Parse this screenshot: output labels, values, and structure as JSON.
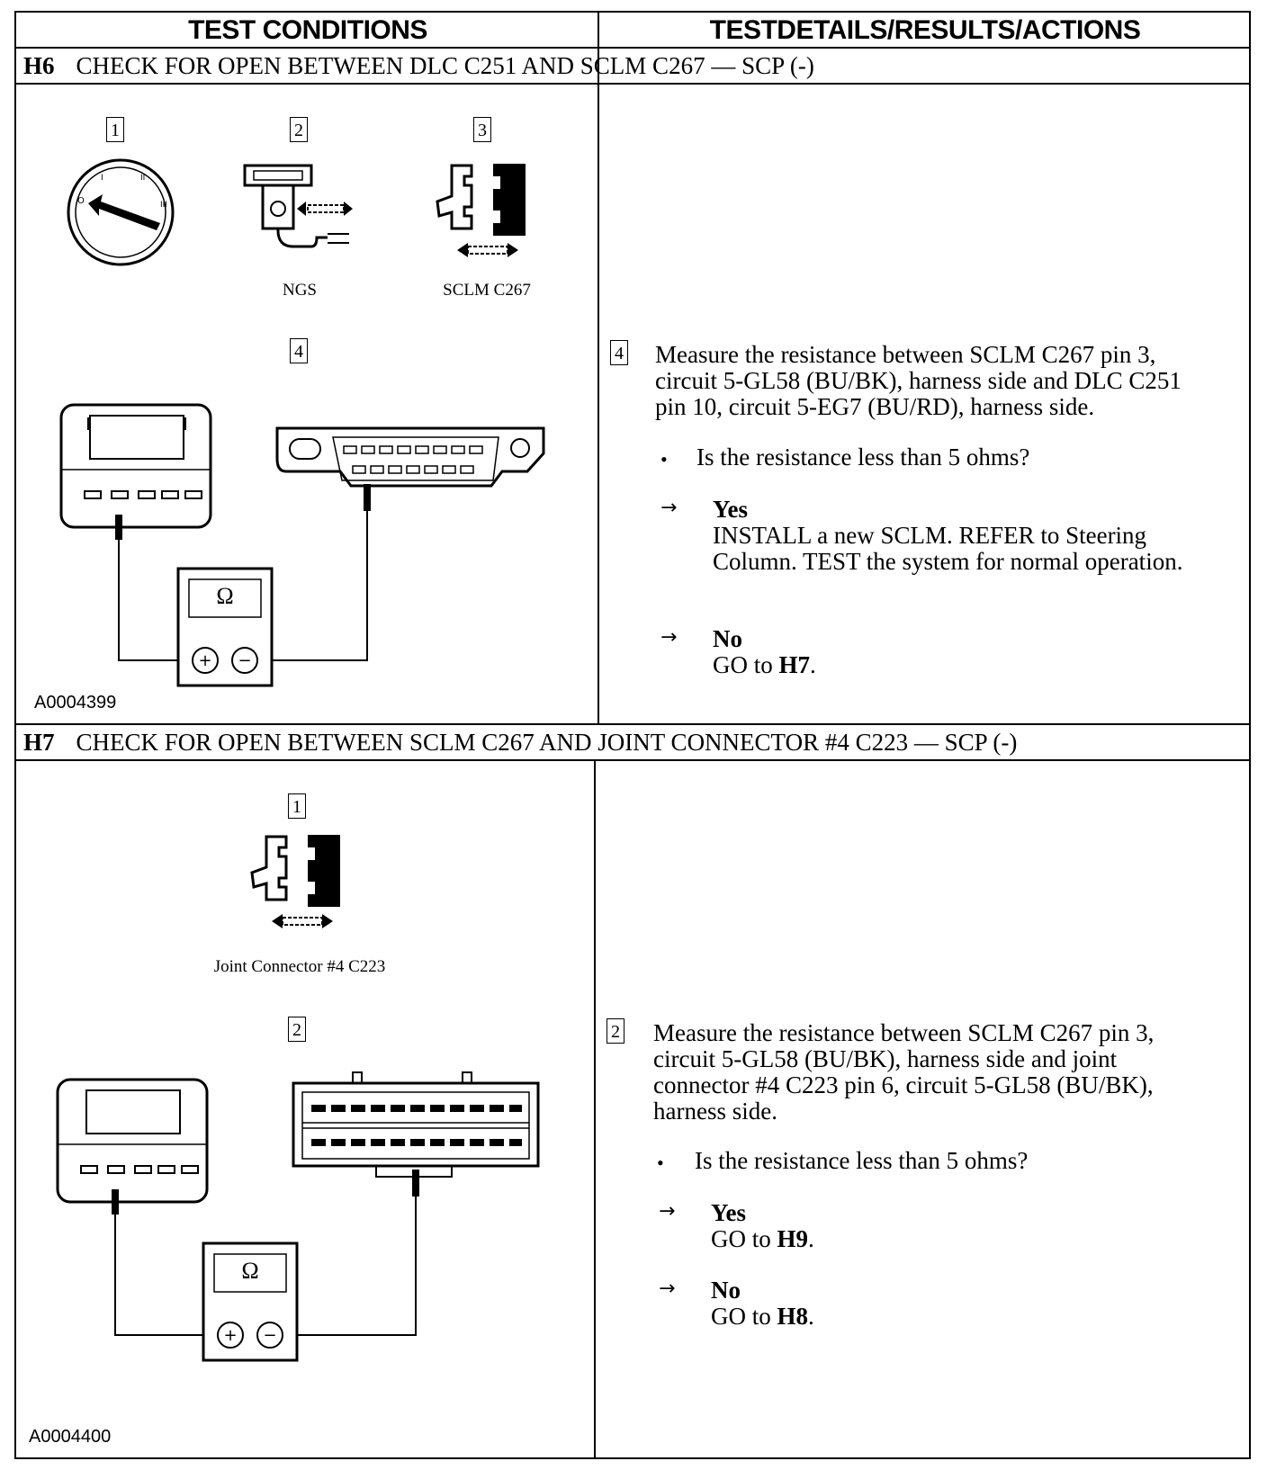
{
  "header": {
    "left": "TEST CONDITIONS",
    "right": "TESTDETAILS/RESULTS/ACTIONS"
  },
  "h6": {
    "code": "H6",
    "title": "CHECK FOR OPEN BETWEEN DLC C251 AND SCLM C267 — SCP (-)",
    "figure_labels": {
      "b1": "1",
      "b2": "2",
      "b3": "3",
      "b4": "4"
    },
    "captions": {
      "ngs": "NGS",
      "sclm": "SCLM C267"
    },
    "meter_symbol": "Ω",
    "figure_id": "A0004399",
    "step": {
      "num": "4",
      "instruction": "Measure the resistance between SCLM C267 pin 3, circuit 5-GL58 (BU/BK), harness side and DLC C251 pin 10, circuit 5-EG7 (BU/RD), harness side.",
      "question": "Is the resistance less than 5 ohms?",
      "yes_label": "Yes",
      "yes_text": "INSTALL a new SCLM. REFER to Steering Column. TEST the system for normal operation.",
      "no_label": "No",
      "no_prefix": "GO to ",
      "no_target": "H7",
      "no_suffix": "."
    }
  },
  "h7": {
    "code": "H7",
    "title": "CHECK FOR OPEN BETWEEN SCLM C267 AND JOINT CONNECTOR #4 C223 — SCP (-)",
    "figure_labels": {
      "b1": "1",
      "b2": "2"
    },
    "captions": {
      "joint": "Joint Connector #4 C223"
    },
    "meter_symbol": "Ω",
    "figure_id": "A0004400",
    "step": {
      "num": "2",
      "instruction": "Measure the resistance between SCLM C267 pin 3, circuit 5-GL58 (BU/BK), harness side and joint connector #4 C223 pin 6, circuit 5-GL58 (BU/BK), harness side.",
      "question": "Is the resistance less than 5 ohms?",
      "yes_label": "Yes",
      "yes_prefix": "GO to ",
      "yes_target": "H9",
      "yes_suffix": ".",
      "no_label": "No",
      "no_prefix": "GO to ",
      "no_target": "H8",
      "no_suffix": "."
    }
  },
  "bullet": "•",
  "arrow": "→"
}
